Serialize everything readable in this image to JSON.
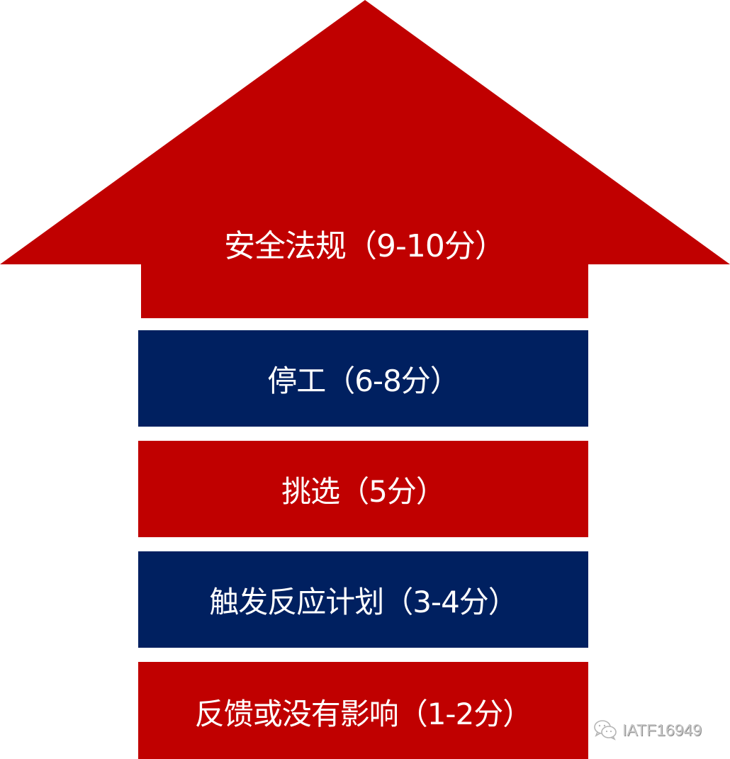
{
  "diagram": {
    "type": "severity-arrow-hierarchy",
    "colors": {
      "red": "#C00000",
      "navy": "#002060",
      "text": "#FFFFFF",
      "background": "#FFFFFF"
    },
    "arrow_head": {
      "label": "安全法规（9-10分）",
      "color": "#C00000"
    },
    "levels": [
      {
        "label": "停工（6-8分）",
        "color": "#002060"
      },
      {
        "label": "挑选（5分）",
        "color": "#C00000"
      },
      {
        "label": "触发反应计划（3-4分）",
        "color": "#002060"
      },
      {
        "label": "反馈或没有影响（1-2分）",
        "color": "#C00000"
      }
    ]
  },
  "watermark": {
    "icon": "wechat-icon",
    "text": "IATF16949"
  }
}
